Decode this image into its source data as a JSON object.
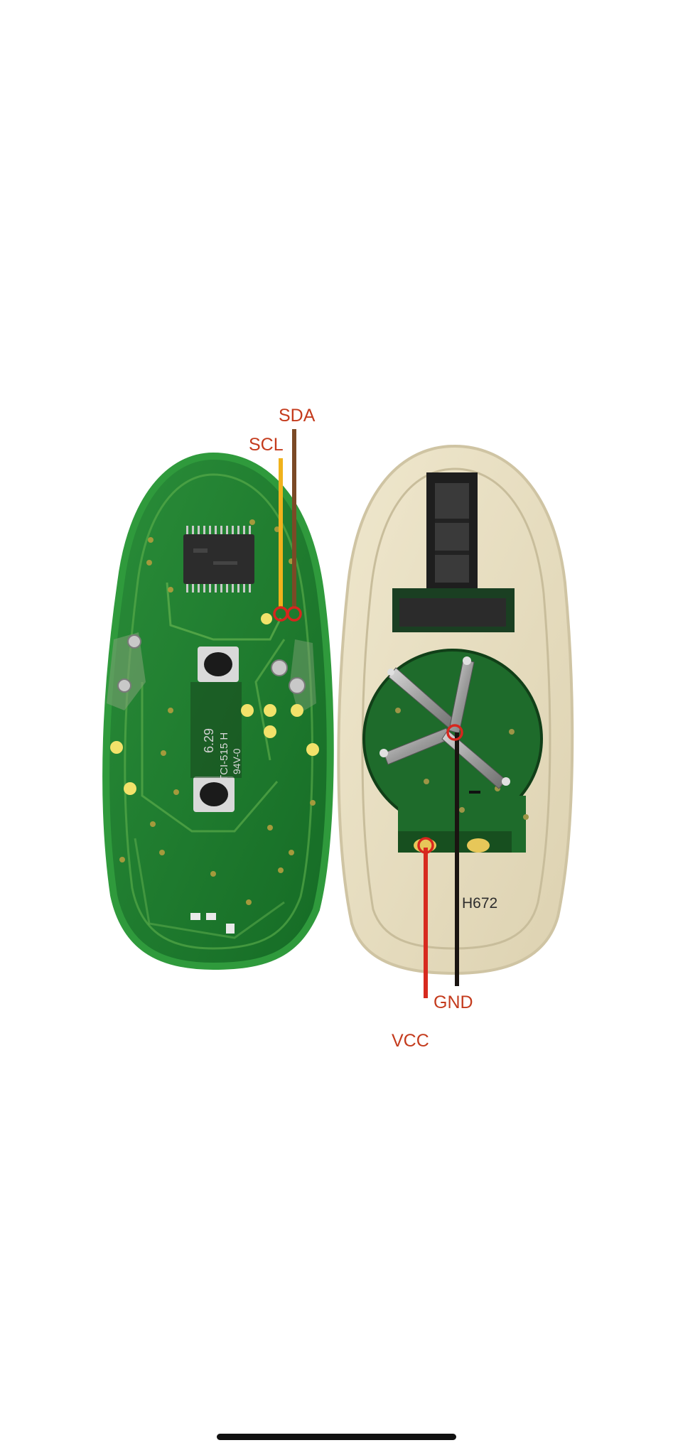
{
  "diagram": {
    "labels": {
      "sda": "SDA",
      "scl": "SCL",
      "gnd": "GND",
      "vcc": "VCC",
      "board_marking": "H672",
      "pcb_text_1": "TCI-515 H",
      "pcb_text_2": "94V-0",
      "pcb_text_3": "6.29"
    },
    "colors": {
      "sda_wire": "#7b4a26",
      "scl_wire": "#f0b21c",
      "gnd_wire": "#1a1411",
      "vcc_wire": "#d72a1f",
      "highlight_circle": "#d7261e",
      "label_text": "#c43b1d",
      "pcb_green": "#1d7d2e",
      "housing": "#e8dfc4"
    },
    "icons": [
      "ic-chip-icon",
      "push-button-icon",
      "battery-clip-icon",
      "test-pad-icon"
    ]
  },
  "system": {
    "home_indicator": "home-indicator"
  }
}
